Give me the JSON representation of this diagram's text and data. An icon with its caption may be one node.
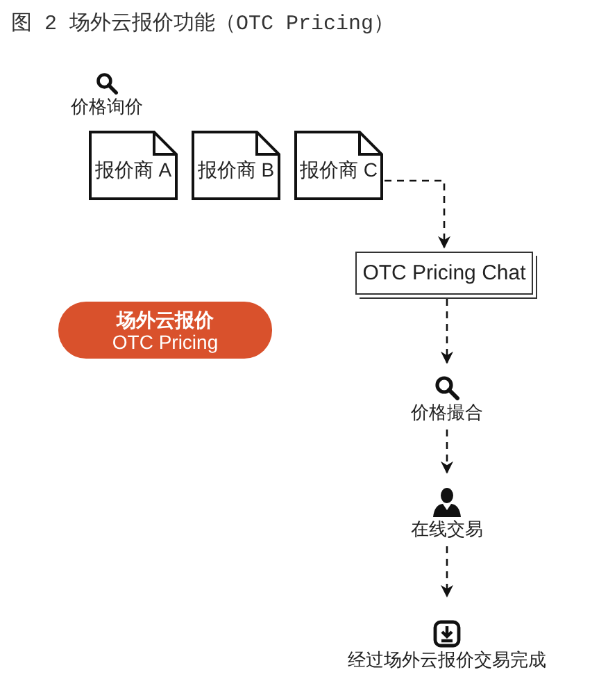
{
  "diagram": {
    "title": "图 2 场外云报价功能（OTC Pricing）",
    "nodes": [
      {
        "text": [
          "价格询价"
        ]
      },
      {
        "text": [
          "报价商 A"
        ]
      },
      {
        "text": [
          "报价商 B"
        ]
      },
      {
        "text": [
          "报价商 C"
        ]
      },
      {
        "text": [
          "OTC Pricing Chat"
        ]
      },
      {
        "text": [
          "场外云报价",
          "OTC Pricing"
        ]
      },
      {
        "text": [
          "价格撮合"
        ]
      },
      {
        "text": [
          "在线交易"
        ]
      },
      {
        "text": [
          "经过场外云报价交易完成"
        ]
      }
    ],
    "edges": [
      {
        "from": 3,
        "to": 4,
        "arrow": "to",
        "style": "dashed"
      },
      {
        "from": 4,
        "to": 6,
        "arrow": "to",
        "style": "dashed"
      },
      {
        "from": 6,
        "to": 7,
        "arrow": "to",
        "style": "dashed"
      },
      {
        "from": 7,
        "to": 8,
        "arrow": "to",
        "style": "dashed"
      }
    ]
  }
}
